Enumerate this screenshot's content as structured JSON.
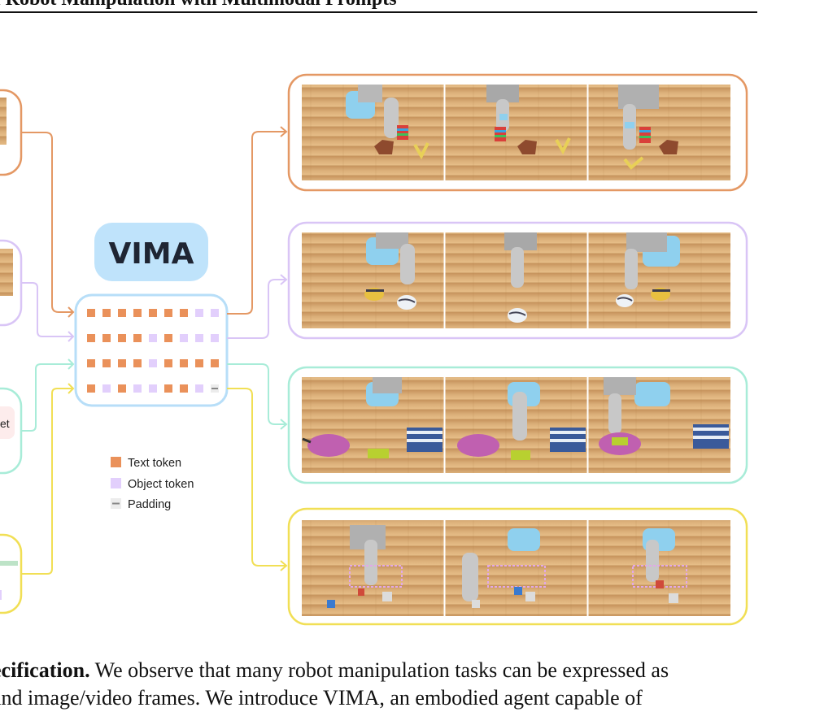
{
  "header": {
    "title": "al Robot Manipulation with Multimodal Prompts"
  },
  "figure": {
    "model_label": "VIMA",
    "colors": {
      "orange": "#e49864",
      "purple": "#d9c5f6",
      "teal": "#a8ecd8",
      "yellow": "#f1df55",
      "blue_border": "#b7def8",
      "vima_fill": "#bfe3fb",
      "text_token": "#ea915a",
      "object_token": "#e2cffc",
      "padding_token": "#c4c4c4"
    },
    "token_rows": [
      [
        "t",
        "t",
        "t",
        "t",
        "t",
        "t",
        "t",
        "o",
        "o"
      ],
      [
        "t",
        "t",
        "t",
        "t",
        "o",
        "t",
        "o",
        "o",
        "o"
      ],
      [
        "t",
        "t",
        "t",
        "t",
        "o",
        "t",
        "t",
        "t",
        "t"
      ],
      [
        "t",
        "o",
        "t",
        "o",
        "o",
        "t",
        "t",
        "o",
        "p"
      ]
    ],
    "legend": [
      {
        "label": "Text token",
        "kind": "text"
      },
      {
        "label": "Object token",
        "kind": "object"
      },
      {
        "label": "Padding",
        "kind": "padding"
      }
    ],
    "left_partial_label": "et"
  },
  "caption": {
    "line1_bold": "ecification.",
    "line1_rest": " We observe that many robot manipulation tasks can be expressed as",
    "line2": "and image/video frames. We introduce VIMA, an embodied agent capable of"
  }
}
